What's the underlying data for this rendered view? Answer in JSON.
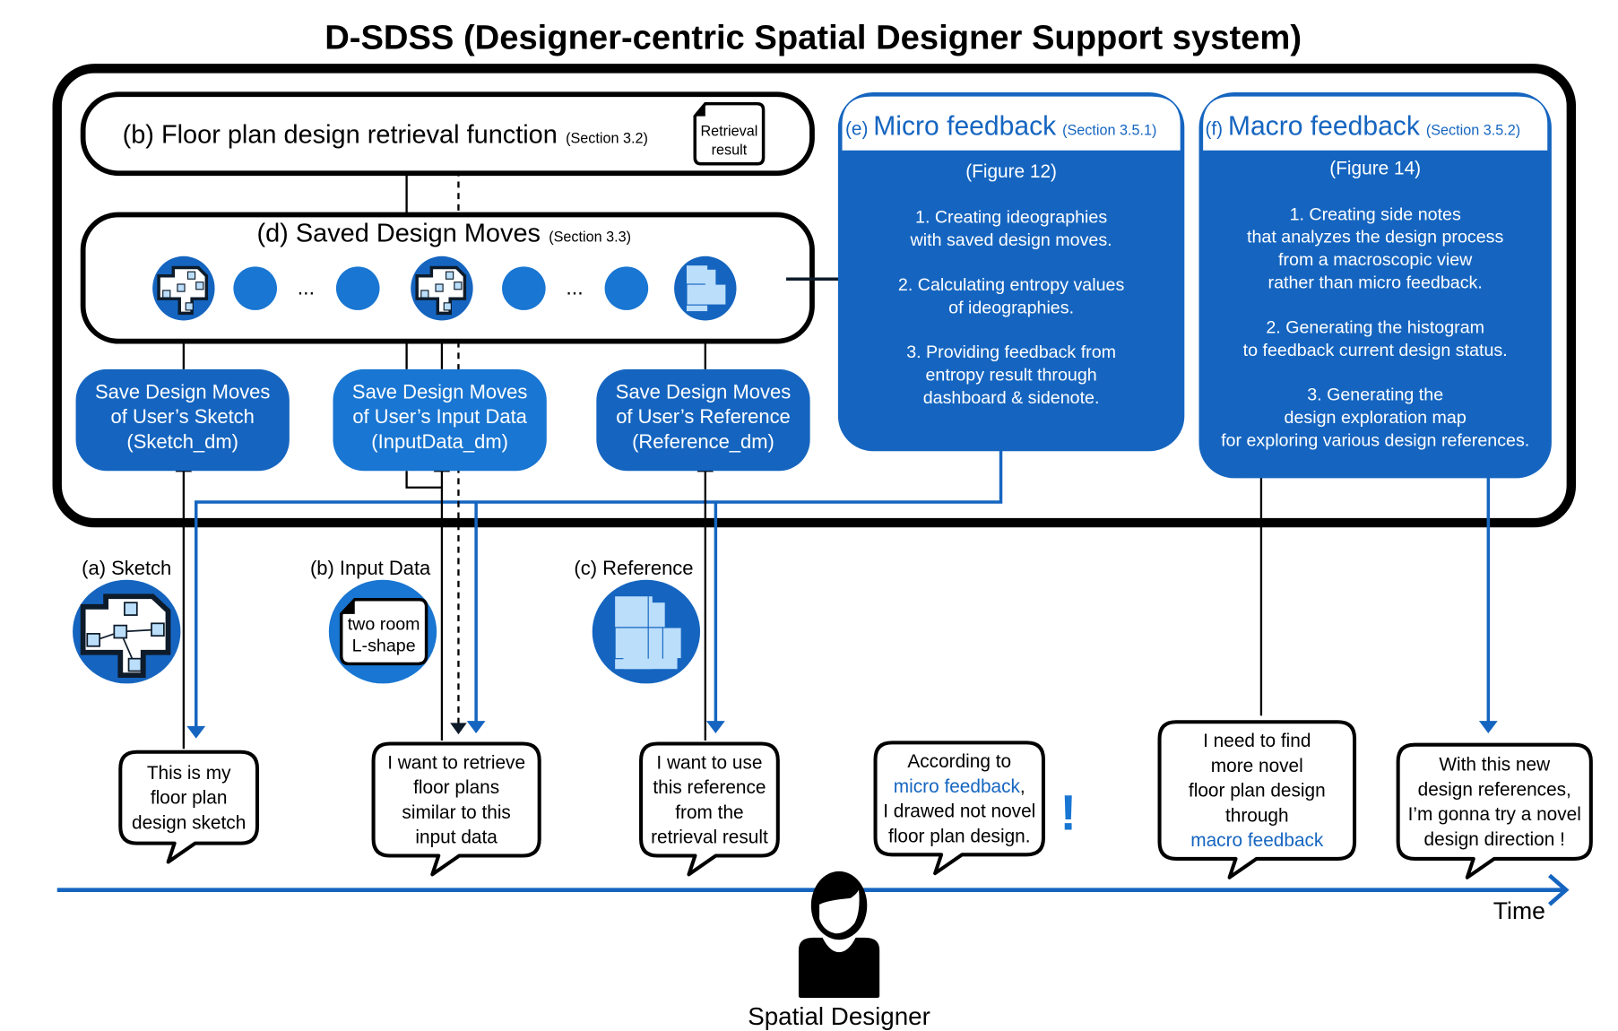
{
  "title": "D-SDSS (Designer-centric Spatial Designer Support system)",
  "retrieval": {
    "label": "(b) Floor plan design retrieval function",
    "section": "(Section 3.2)",
    "result_note": [
      "Retrieval",
      "result"
    ]
  },
  "saved_moves": {
    "label": "(d) Saved Design Moves",
    "section": "(Section 3.3)",
    "ellipsis": "...",
    "nodes": [
      "sketch-thumbnail",
      "dot",
      "ellipsis",
      "dot",
      "sketch-thumbnail",
      "dot",
      "ellipsis",
      "dot",
      "reference-thumbnail"
    ]
  },
  "save_boxes": [
    {
      "lines": [
        "Save Design Moves",
        "of User’s Sketch",
        "(Sketch_dm)"
      ]
    },
    {
      "lines": [
        "Save Design Moves",
        "of User’s Input Data",
        "(InputData_dm)"
      ]
    },
    {
      "lines": [
        "Save Design Moves",
        "of User’s Reference",
        "(Reference_dm)"
      ]
    }
  ],
  "micro": {
    "prefix": "(e)",
    "label": "Micro feedback",
    "section": "(Section 3.5.1)",
    "figure": "(Figure 12)",
    "items": [
      [
        "1. Creating ideographies",
        "with saved design moves."
      ],
      [
        "2. Calculating entropy values",
        "of ideographies."
      ],
      [
        "3. Providing feedback from",
        "entropy result through",
        "dashboard & sidenote."
      ]
    ]
  },
  "macro": {
    "prefix": "(f)",
    "label": "Macro feedback",
    "section": "(Section 3.5.2)",
    "figure": "(Figure 14)",
    "items": [
      [
        "1. Creating side notes",
        "that analyzes the design process",
        "from a macroscopic view",
        "rather than micro feedback."
      ],
      [
        "2. Generating the histogram",
        "to feedback current design status."
      ],
      [
        "3. Generating the",
        "design exploration map",
        "for exploring various design references."
      ]
    ]
  },
  "inputs": [
    {
      "label": "(a) Sketch"
    },
    {
      "label": "(b) Input Data",
      "note": [
        "two room",
        "L-shape"
      ]
    },
    {
      "label": "(c) Reference"
    }
  ],
  "bubbles": [
    {
      "lines": [
        {
          "t": "This is my"
        },
        {
          "t": "floor plan"
        },
        {
          "t": "design sketch"
        }
      ]
    },
    {
      "lines": [
        {
          "t": "I want to retrieve"
        },
        {
          "t": "floor plans"
        },
        {
          "t": "similar to this"
        },
        {
          "t": "input data"
        }
      ]
    },
    {
      "lines": [
        {
          "t": "I want to use"
        },
        {
          "t": "this reference"
        },
        {
          "t": "from the"
        },
        {
          "t": "retrieval result"
        }
      ]
    },
    {
      "lines": [
        {
          "t": "According to"
        },
        {
          "t": "micro feedback",
          "hl": true,
          "suffix": ","
        },
        {
          "t": "I drawed not novel"
        },
        {
          "t": "floor plan design."
        }
      ]
    },
    {
      "lines": [
        {
          "t": "I need to find"
        },
        {
          "t": "more novel"
        },
        {
          "t": "floor plan design"
        },
        {
          "t": "through"
        },
        {
          "t": "macro feedback",
          "hl": true
        }
      ]
    },
    {
      "lines": [
        {
          "t": "With this new"
        },
        {
          "t": "design references,"
        },
        {
          "t": "I’m gonna try a  novel"
        },
        {
          "t": "design direction !"
        }
      ]
    }
  ],
  "exclamation": "!",
  "timeline": {
    "label": "Time"
  },
  "actor": {
    "label": "Spatial Designer"
  },
  "colors": {
    "accent": "#1565c0",
    "accent_light": "#1976d2",
    "node_light": "#bbdefb",
    "ink": "#000000"
  }
}
